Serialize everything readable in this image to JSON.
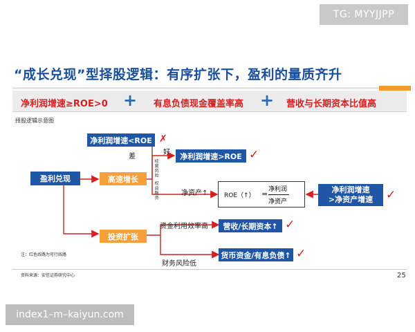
{
  "watermark_top": "TG: MYYJJPP",
  "title": "“成长兑现”型择股逻辑：有序扩张下，盈利的量质齐升",
  "formula": {
    "item1": "净利润增速≥ROE>0",
    "plus": "+",
    "item2": "有息负债现金覆盖率高",
    "item3": "营收与长期资本比值高"
  },
  "diagram": {
    "caption": "择股逻辑示意图",
    "nodes": {
      "profit_realization": "盈利兑现",
      "high_growth": "高速增长",
      "invest_expand": "投资扩张",
      "growth_lt_roe": "净利润增速<ROE",
      "growth_gt_roe": "净利润增速>ROE",
      "growth_vs_assets_line1": "净利润增速",
      "growth_vs_assets_line2": ">净资产增速",
      "revenue_capital": "营收/长期资本↑",
      "cash_debt": "货币资金/有息负债↑"
    },
    "roe_formula": {
      "lhs": "ROE（↑）",
      "equals": "=",
      "numerator": "净利润",
      "denominator": "净资产"
    },
    "labels": {
      "bad": "差",
      "good": "好",
      "net_assets_up": "净资产↑",
      "capital_efficiency_high": "资金利用效率高",
      "financial_risk_low": "财务风险低",
      "vertical_left": "经营风险",
      "vertical_right": "权益融资"
    },
    "marks": {
      "cross": "✗",
      "check": "✓"
    }
  },
  "note": "注：红色线路为可行线路",
  "source": "资料来源：安信证券研究中心",
  "page_number": "25",
  "watermark_bottom": "index1–m–kaiyun.com",
  "colors": {
    "title_blue": "#1a4f9c",
    "box_blue": "#1f57a6",
    "box_orange": "#f6a03c",
    "accent_red": "#d42020",
    "line_red": "#d42020",
    "line_gray": "#555555"
  }
}
